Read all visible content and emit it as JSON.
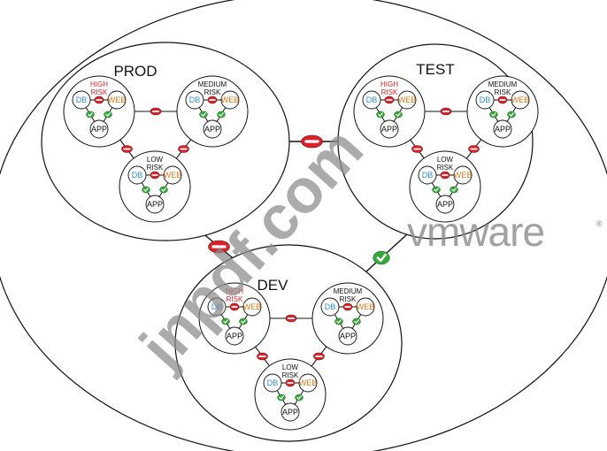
{
  "colors": {
    "line": "#111111",
    "block": "#d8232a",
    "allow": "#35a63a",
    "db": "#2f8fd8",
    "web": "#e07a1c",
    "app": "#111111",
    "risk_high": "#d8232a",
    "risk_other": "#111111",
    "watermark": "#8a8a8a"
  },
  "icons": {
    "block": "deny-badge-icon",
    "allow": "allow-check-icon"
  },
  "environments": [
    {
      "id": "prod",
      "label": "PROD",
      "zones": [
        {
          "id": "high",
          "risk_line1": "HIGH",
          "risk_line2": "RISK",
          "high": true
        },
        {
          "id": "medium",
          "risk_line1": "MEDIUM",
          "risk_line2": "RISK",
          "high": false
        },
        {
          "id": "low",
          "risk_line1": "LOW",
          "risk_line2": "RISK",
          "high": false
        }
      ]
    },
    {
      "id": "test",
      "label": "TEST",
      "zones": [
        {
          "id": "high",
          "risk_line1": "HIGH",
          "risk_line2": "RISK",
          "high": true
        },
        {
          "id": "medium",
          "risk_line1": "MEDIUM",
          "risk_line2": "RISK",
          "high": false
        },
        {
          "id": "low",
          "risk_line1": "LOW",
          "risk_line2": "RISK",
          "high": false
        }
      ]
    },
    {
      "id": "dev",
      "label": "DEV",
      "zones": [
        {
          "id": "high",
          "risk_line1": "HIGH",
          "risk_line2": "RISK",
          "high": true
        },
        {
          "id": "medium",
          "risk_line1": "MEDIUM",
          "risk_line2": "RISK",
          "high": false
        },
        {
          "id": "low",
          "risk_line1": "LOW",
          "risk_line2": "RISK",
          "high": false
        }
      ]
    }
  ],
  "tiers": {
    "db": "DB",
    "web": "WEB",
    "app": "APP"
  },
  "env_links": [
    {
      "from": "prod",
      "to": "test",
      "status": "block"
    },
    {
      "from": "prod",
      "to": "dev",
      "status": "block"
    },
    {
      "from": "test",
      "to": "dev",
      "status": "allow"
    }
  ],
  "watermarks": {
    "site": "jnpdf.com",
    "brand": "vmware",
    "brand_mark": "®"
  }
}
